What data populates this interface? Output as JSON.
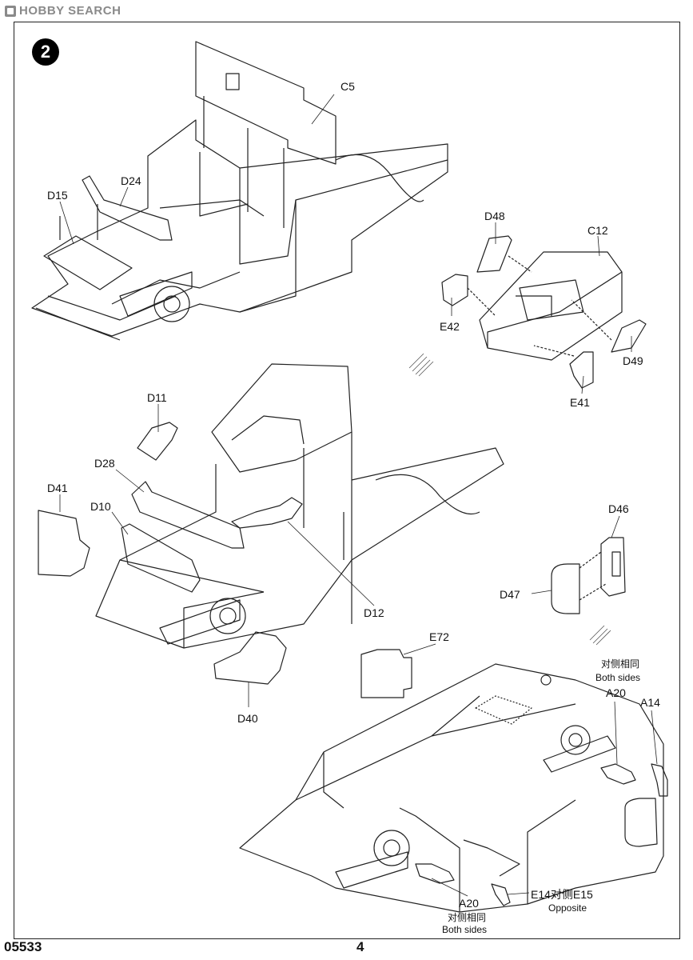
{
  "watermark": {
    "text": "HOBBY SEARCH"
  },
  "step": {
    "number": "2"
  },
  "labels": {
    "C5": "C5",
    "D24": "D24",
    "D15": "D15",
    "D48": "D48",
    "C12": "C12",
    "E42": "E42",
    "D49": "D49",
    "E41": "E41",
    "D11": "D11",
    "D28": "D28",
    "D41": "D41",
    "D10": "D10",
    "D12": "D12",
    "D46": "D46",
    "D47": "D47",
    "E72": "E72",
    "D40": "D40",
    "A20_top": "A20",
    "A14": "A14",
    "A20_bottom": "A20",
    "E14_E15": "E14对侧E15"
  },
  "notes": {
    "both_sides_cn_top": "对侧相同",
    "both_sides_en_top": "Both sides",
    "opposite_en": "Opposite",
    "both_sides_cn_bottom": "对侧相同",
    "both_sides_en_bottom": "Both sides"
  },
  "footer": {
    "code": "05533",
    "page": "4"
  }
}
